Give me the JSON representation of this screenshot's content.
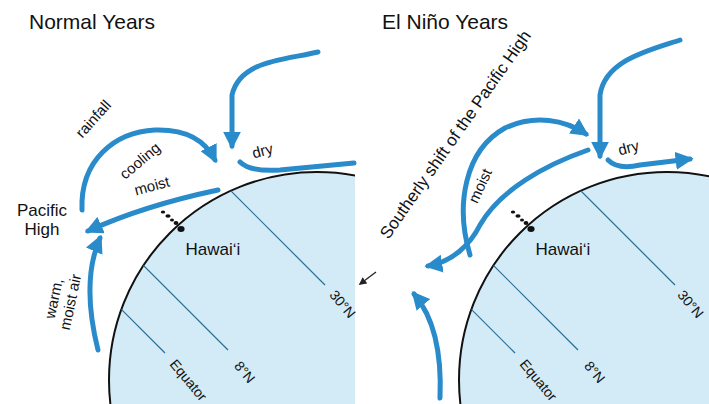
{
  "diagram": {
    "labels": [
      "Normal Years",
      "rainfall",
      "cooling",
      "moist",
      "dry",
      "Pacific High",
      "Hawaiʻi",
      "warm, moist air",
      "Equator",
      "8°N",
      "30°N",
      "El Niño Years",
      "Southerly shift of the Pacific High",
      "moist",
      "dry",
      "Hawaiʻi",
      "Equator",
      "8°N",
      "30°N"
    ]
  }
}
